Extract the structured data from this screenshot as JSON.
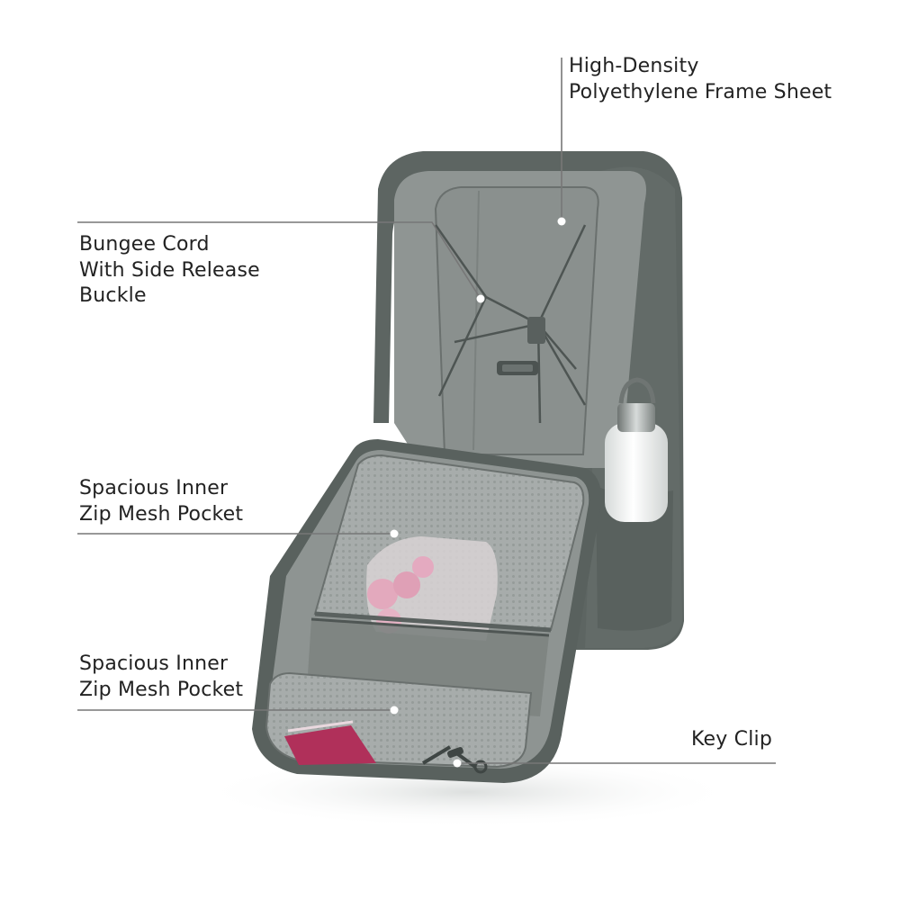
{
  "callouts": {
    "frame_sheet": "High-Density\nPolyethylene Frame Sheet",
    "bungee_cord": "Bungee Cord\nWith Side Release\nBuckle",
    "inner_mesh_pocket_upper": "Spacious Inner\nZip Mesh Pocket",
    "inner_mesh_pocket_lower": "Spacious Inner\nZip Mesh Pocket",
    "key_clip": "Key Clip"
  },
  "colors": {
    "background": "#ffffff",
    "bag_shell": "#5d6562",
    "bag_interior": "#8e9492",
    "mesh": "#a9aead",
    "callout_line": "#777777",
    "label_text": "#222222",
    "bottle": "#f2f4f3",
    "passport": "#b0305a"
  }
}
